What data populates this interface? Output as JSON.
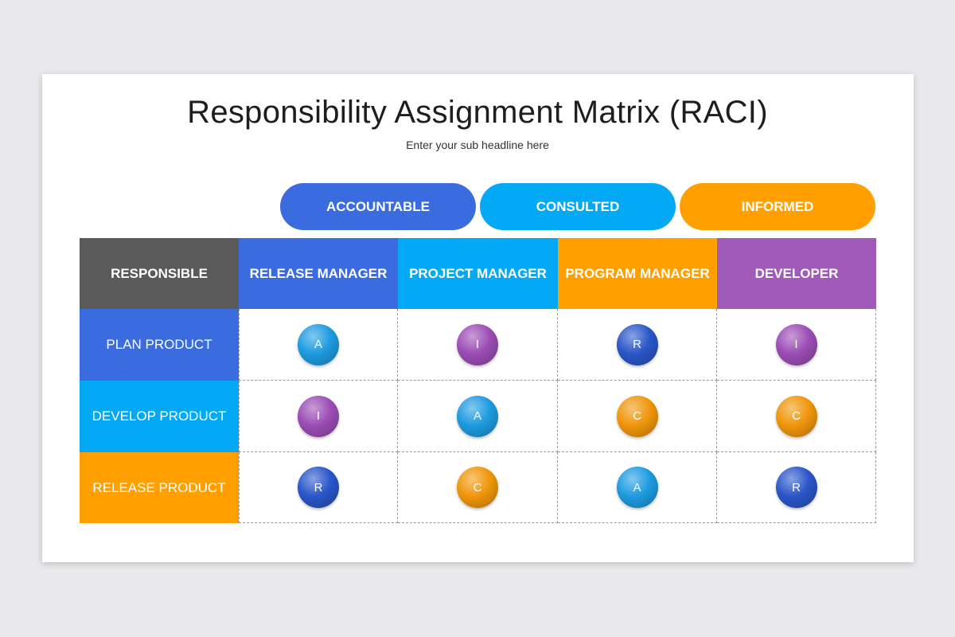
{
  "title": "Responsibility Assignment Matrix (RACI)",
  "subtitle": "Enter your sub headline here",
  "colors": {
    "responsible_header": "#5a5a5a",
    "blue": "#3a6ce0",
    "cyan": "#03a9f4",
    "orange": "#ffa000",
    "purple": "#a05ab8"
  },
  "legend": [
    {
      "label": "ACCOUNTABLE",
      "color": "#3a6ce0"
    },
    {
      "label": "CONSULTED",
      "color": "#03a9f4"
    },
    {
      "label": "INFORMED",
      "color": "#ffa000"
    }
  ],
  "matrix": {
    "corner_label": "RESPONSIBLE",
    "columns": [
      {
        "label": "RELEASE MANAGER",
        "color": "#3a6ce0"
      },
      {
        "label": "PROJECT MANAGER",
        "color": "#03a9f4"
      },
      {
        "label": "PROGRAM MANAGER",
        "color": "#ffa000"
      },
      {
        "label": "DEVELOPER",
        "color": "#a05ab8"
      }
    ],
    "rows": [
      {
        "label": "PLAN PRODUCT",
        "color": "#3a6ce0",
        "cells": [
          "A",
          "I",
          "R",
          "I"
        ]
      },
      {
        "label": "DEVELOP PRODUCT",
        "color": "#03a9f4",
        "cells": [
          "I",
          "A",
          "C",
          "C"
        ]
      },
      {
        "label": "RELEASE PRODUCT",
        "color": "#ffa000",
        "cells": [
          "R",
          "C",
          "A",
          "R"
        ]
      }
    ]
  },
  "letter_colors": {
    "A": "#1e9be0",
    "C": "#f0960a",
    "I": "#9b4db5",
    "R": "#2a56c8"
  }
}
